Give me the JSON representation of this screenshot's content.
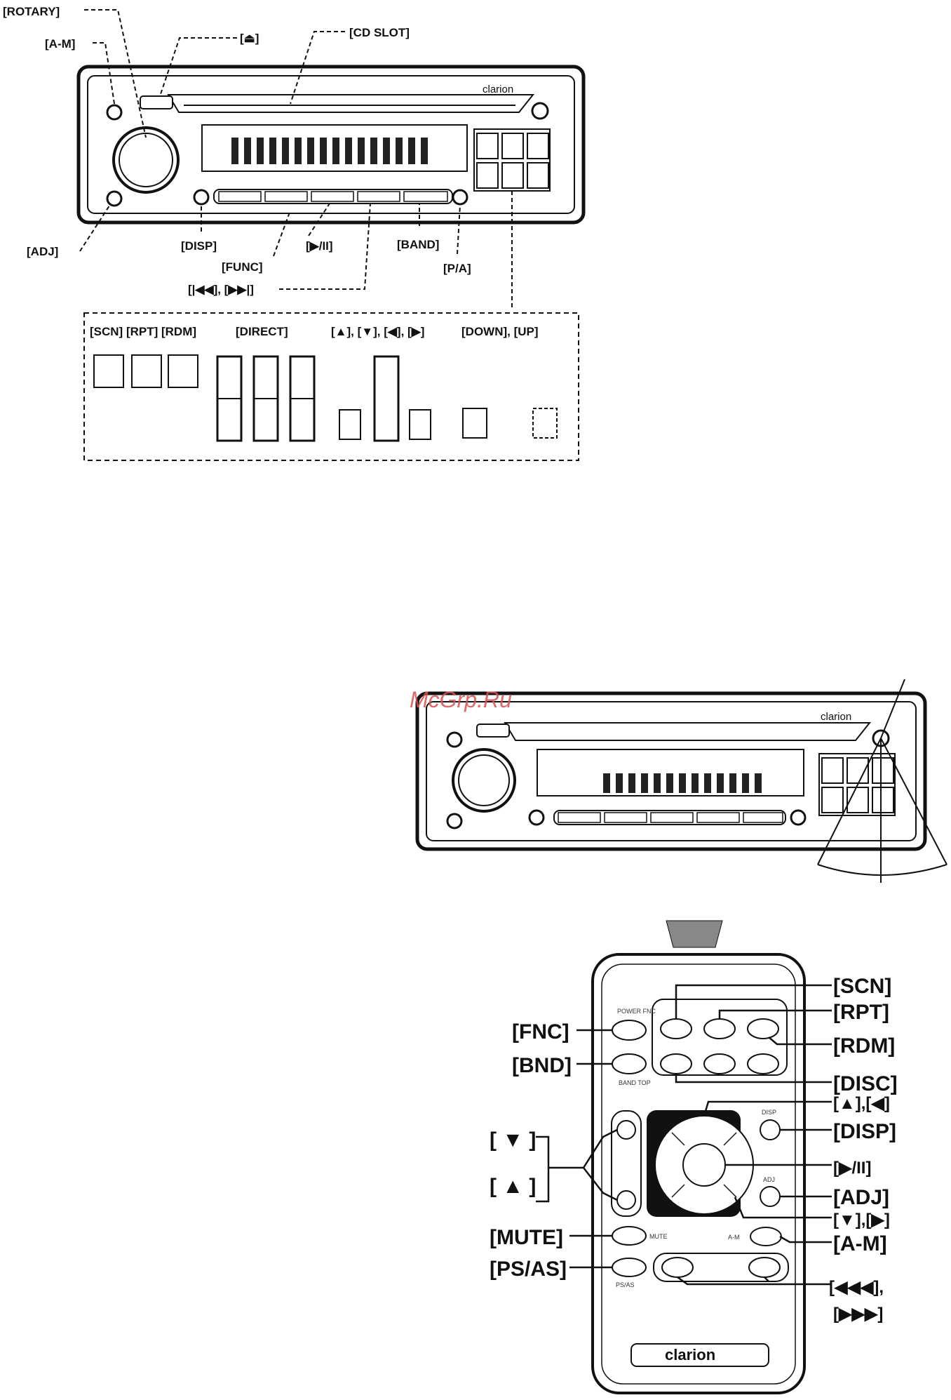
{
  "top_unit": {
    "callouts": {
      "rotary": "[ROTARY]",
      "am": "[A-M]",
      "eject": "[⏏]",
      "cd_slot": "[CD SLOT]",
      "adj": "[ADJ]",
      "disp": "[DISP]",
      "func": "[FUNC]",
      "play_pause": "[▶/II]",
      "band": "[BAND]",
      "pa": "[P/A]",
      "skip": "[|◀◀], [▶▶|]"
    },
    "brand": "clarion",
    "keypad_panel": {
      "scn_rpt_rdm": "[SCN] [RPT] [RDM]",
      "direct": "[DIRECT]",
      "arrows": "[▲], [▼], [◀], [▶]",
      "down_up": "[DOWN], [UP]"
    }
  },
  "middle_unit": {
    "watermark": "McGrp.Ru",
    "brand": "clarion"
  },
  "remote": {
    "brand": "clarion",
    "left_callouts": {
      "fnc": "[FNC]",
      "bnd": "[BND]",
      "down": "[ ▼ ]",
      "up": "[ ▲ ]",
      "mute": "[MUTE]",
      "psas": "[PS/AS]"
    },
    "right_callouts": {
      "scn": "[SCN]",
      "rpt": "[RPT]",
      "rdm": "[RDM]",
      "disc": "[DISC]",
      "up_prev": "[▲],[◀]",
      "disp": "[DISP]",
      "play_pause": "[▶/II]",
      "adj": "[ADJ]",
      "down_next": "[▼],[▶]",
      "am": "[A-M]",
      "rew": "[◀◀◀],",
      "ff": "[▶▶▶]"
    },
    "button_text": {
      "power_fnc": "POWER FNC",
      "band_top": "BAND TOP",
      "mute": "MUTE",
      "ps_as": "PS/AS",
      "am": "A-M",
      "disp": "DISP",
      "adj": "ADJ"
    }
  }
}
